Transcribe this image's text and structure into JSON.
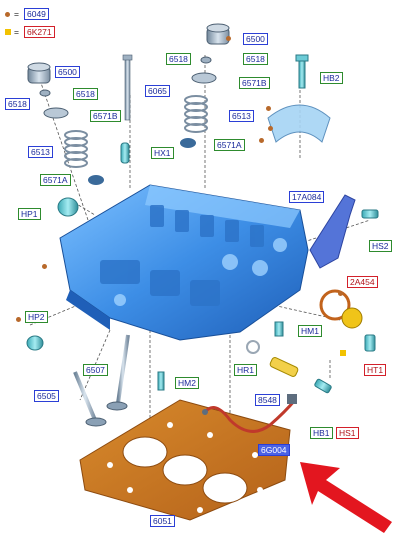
{
  "legend": {
    "dot_item": {
      "symbol": "=",
      "code": "6049"
    },
    "square_item": {
      "symbol": "=",
      "code": "6K271"
    }
  },
  "labels": {
    "l6500a": "6500",
    "l6500b": "6500",
    "l6518a": "6518",
    "l6518b": "6518",
    "l6518c": "6518",
    "l6518d": "6518",
    "l6571Ba": "6571B",
    "l6571Bb": "6571B",
    "l6065": "6065",
    "l6513a": "6513",
    "l6513b": "6513",
    "l6571Aa": "6571A",
    "l6571Ab": "6571A",
    "lHX1": "HX1",
    "lHB2": "HB2",
    "l17A084": "17A084",
    "lHP1": "HP1",
    "lHS2": "HS2",
    "l2A454": "2A454",
    "lHP2": "HP2",
    "lHM1": "HM1",
    "lHT1": "HT1",
    "l6507": "6507",
    "lHR1": "HR1",
    "lHM2": "HM2",
    "l6505": "6505",
    "l8548": "8548",
    "lHB1": "HB1",
    "lHS1": "HS1",
    "l6G004": "6G004",
    "l6051": "6051"
  },
  "colors": {
    "label_border_blue": "#2b3fd6",
    "label_border_green": "#2e8b2e",
    "label_border_red": "#d3202a",
    "highlight_fill": "#4a62e6",
    "part_blue": "#3f8fe0",
    "gasket": "#c7731d",
    "dot": "#b8692b",
    "square": "#f2c200",
    "arrow": "#e3161f"
  }
}
